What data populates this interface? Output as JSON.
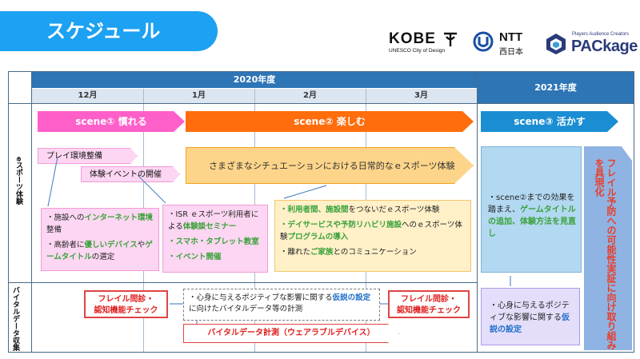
{
  "title": "スケジュール",
  "logos": {
    "kobe": {
      "name": "KOBE",
      "sub": "UNESCO City of Design"
    },
    "ntt": {
      "name": "NTT",
      "sub": "西日本"
    },
    "packge": {
      "tagline": "Players Audience Creators",
      "name": "PACkage"
    }
  },
  "header": {
    "year_2020": "2020年度",
    "year_2021": "2021年度",
    "months": [
      "12月",
      "1月",
      "2月",
      "3月"
    ]
  },
  "rows": {
    "esports": "eスポーツ体験",
    "vital": "バイタルデータ収集"
  },
  "scenes": [
    {
      "label": "scene①  慣れる"
    },
    {
      "label": "scene②  楽しむ"
    },
    {
      "label": "scene③  活かす"
    }
  ],
  "tags": {
    "play_env": "プレイ環境整備",
    "event": "体験イベントの開催"
  },
  "wide_arrow": "さまざまなシチュエーションにおける日常的なｅスポーツ体験",
  "box1": {
    "line1_pre": "・施設への",
    "line1_hl": "インターネット環境",
    "line1_post": "整備",
    "line2_pre": "・高齢者に",
    "line2_hl1": "優しいデバイス",
    "line2_mid": "や",
    "line2_hl2": "ゲームタイトル",
    "line2_post": "の選定"
  },
  "box2": {
    "item1_pre": "・ISR ｅスポーツ利用者による",
    "item1_hl": "体験談セミナー",
    "item2": "・スマホ・タブレット教室",
    "item3": "・イベント開催"
  },
  "box3": {
    "item1_hl": "・利用者間、施設間",
    "item1_post": "をつないだｅスポーツ体験",
    "item2_hl1": "・デイサービスや予防リハビリ施設",
    "item2_mid": "へのｅスポーツ体験",
    "item2_hl2": "プログラムの導入",
    "item3_pre": "・離れた",
    "item3_hl": "ご家族",
    "item3_post": "とのコミュニケーション"
  },
  "box4": {
    "pre": "・scene②までの効果を踏まえ、",
    "hl": "ゲームタイトルの追加、体験方法を見直し"
  },
  "goal_arrow": "フレイル予防への可能性実証に向け取り組みを具現化",
  "vital": {
    "check_left": "フレイル問診・\n認知機能チェック",
    "check_right": "フレイル問診・\n認知機能チェック",
    "center_pre": "・心身に与えるポジティブな影響に関する",
    "center_hl": "仮説の設定",
    "center_post": "に向けたバイタルデータ等の計測",
    "measure": "バイタルデータ計測（ウェアラブルデバイス）",
    "hypo_pre": "・心身に与えるポジティブな影響に関する",
    "hypo_hl": "仮説の設定"
  },
  "colors": {
    "banner": "#1da1f2",
    "scene1": "#ff5fc9",
    "scene2": "#ff6d0c",
    "scene3": "#1b8ed3",
    "header": "#2e75b6"
  }
}
